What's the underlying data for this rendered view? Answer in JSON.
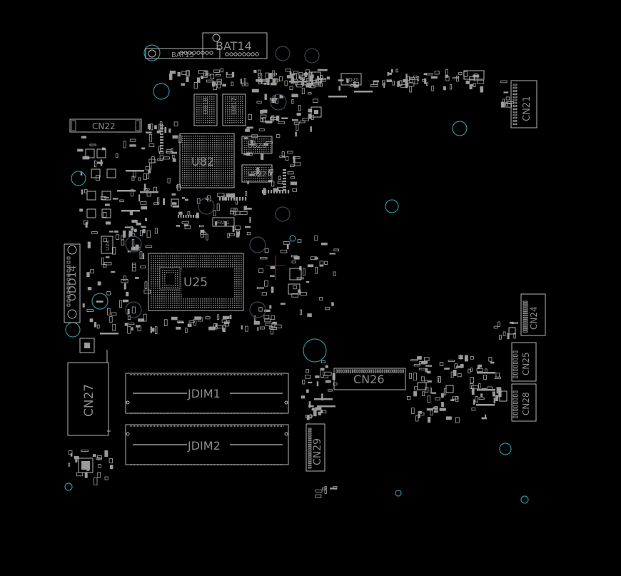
{
  "board": {
    "background": "#000000",
    "outline_color": "#b5b5b5",
    "hole_color": "#2b8fa0",
    "hole_color_dark": "#3a4650",
    "accent_color": "#b02020"
  },
  "labels": {
    "bat14": "BAT14",
    "bat15": "BAT15",
    "pq20": "PQ20",
    "cn21": "CN21",
    "cn22": "CN22",
    "u82": "U82",
    "u820": "U820",
    "u822": "U822",
    "u817": "U817",
    "u818": "U818",
    "fan1": "FAN1",
    "u28": "U28",
    "odd14": "ODD14",
    "u25": "U25",
    "cn24": "CN24",
    "cn25": "CN25",
    "cn26": "CN26",
    "cn27": "CN27",
    "cn28": "CN28",
    "cn29": "CN29",
    "jdim1": "JDIM1",
    "jdim2": "JDIM2"
  }
}
